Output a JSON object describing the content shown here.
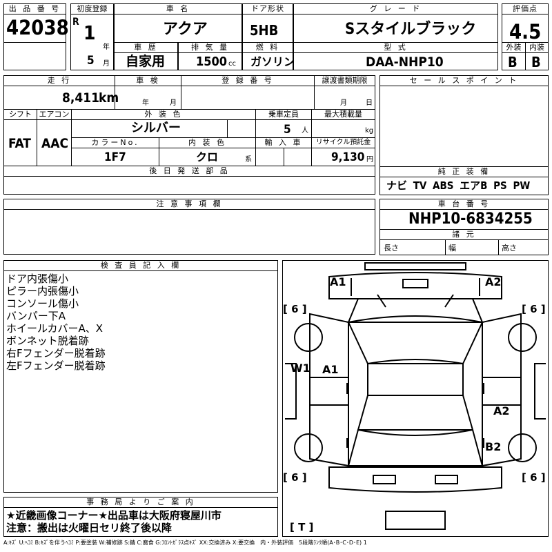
{
  "header": {
    "lot_no_label": "出 品 番 号",
    "lot_no": "42038",
    "first_reg_label": "初度登録",
    "era": "R",
    "year": "1",
    "year_unit": "年",
    "month": "5",
    "month_unit": "月",
    "car_name_label": "車 名",
    "car_name": "アクア",
    "door_label": "ドア形状",
    "door": "5HB",
    "grade_label": "グ レ ー ド",
    "grade": "Sスタイルブラック",
    "score_label": "評価点",
    "score": "4.5",
    "history_label": "車 歴",
    "history": "自家用",
    "displacement_label": "排 気 量",
    "displacement": "1500",
    "displacement_unit": "cc",
    "fuel_label": "燃 料",
    "fuel": "ガソリン",
    "model_label": "型 式",
    "model": "DAA-NHP10",
    "exterior_label": "外装",
    "exterior": "B",
    "interior_label": "内装",
    "interior": "B"
  },
  "details": {
    "mileage_label": "走 行",
    "mileage": "8,411",
    "mileage_unit": "km",
    "inspection_label": "車 検",
    "inspection_year_unit": "年",
    "inspection_month_unit": "月",
    "reg_no_label": "登 録 番 号",
    "transfer_label": "譲渡書類期限",
    "transfer_month_unit": "月",
    "transfer_day_unit": "日",
    "shift_label": "シフト",
    "shift": "FAT",
    "ac_label": "エアコン",
    "ac": "AAC",
    "ext_color_label": "外 装 色",
    "ext_color": "シルバー",
    "capacity_label": "乗車定員",
    "capacity": "5",
    "capacity_unit": "人",
    "max_load_label": "最大積載量",
    "max_load_unit": "kg",
    "color_no_label": "カラーNo.",
    "color_no": "1F7",
    "int_color_label": "内 装 色",
    "int_color": "クロ",
    "int_color_unit": "系",
    "import_label": "輸 入 車",
    "recycle_label": "リサイクル預託金",
    "recycle": "9,130",
    "recycle_unit": "円",
    "later_parts_label": "後 日 発 送 部 品",
    "notes_label": "注 意 事 項 欄"
  },
  "side": {
    "sales_label": "セ ー ル ス ポ イ ン ト",
    "equip_label": "純 正 装 備",
    "equip": "ナビ TV ABS エアB PS PW",
    "chassis_label": "車 台 番 号",
    "chassis": "NHP10-6834255",
    "dims_label": "諸 元",
    "length_label": "長さ",
    "width_label": "幅",
    "height_label": "高さ"
  },
  "inspector": {
    "label": "検 査 員 記 入 欄",
    "remarks": [
      "ドア内張傷小",
      "ピラー内張傷小",
      "コンソール傷小",
      "バンパー下A",
      "ホイールカバーA、X",
      "ボンネット脱着跡",
      "右Fフェンダー脱着跡",
      "左Fフェンダー脱着跡"
    ]
  },
  "diagram": {
    "marks": {
      "a1_top": "A1",
      "a2_top": "A2",
      "w1": "W1",
      "a1_mid": "A1",
      "a2_right": "A2",
      "b2_right": "B2"
    },
    "tire_fl": "[ 6 ]",
    "tire_fr": "[ 6 ]",
    "tire_rl": "[ 6 ]",
    "tire_rr": "[ 6 ]",
    "spare": "[ T ]"
  },
  "office": {
    "label": "事 務 局 よ り ご 案 内",
    "line1": "★近畿画像コーナー★出品車は大阪府寝屋川市",
    "line2": "注意：搬出は火曜日セリ終了後以降"
  },
  "legend": "A:ｷｽﾞ U:ﾍｺﾐ B:ｷｽﾞを伴うﾍｺﾐ P:要塗装 W:補修跡 S:錆 C:腐食 G:ﾌﾛﾝﾄｶﾞﾗｽ点ｷｽﾞ XX:交換済み X:要交換　内・外装評価　5段階ﾗﾝｸ順(A･B･C･D･E) 1"
}
